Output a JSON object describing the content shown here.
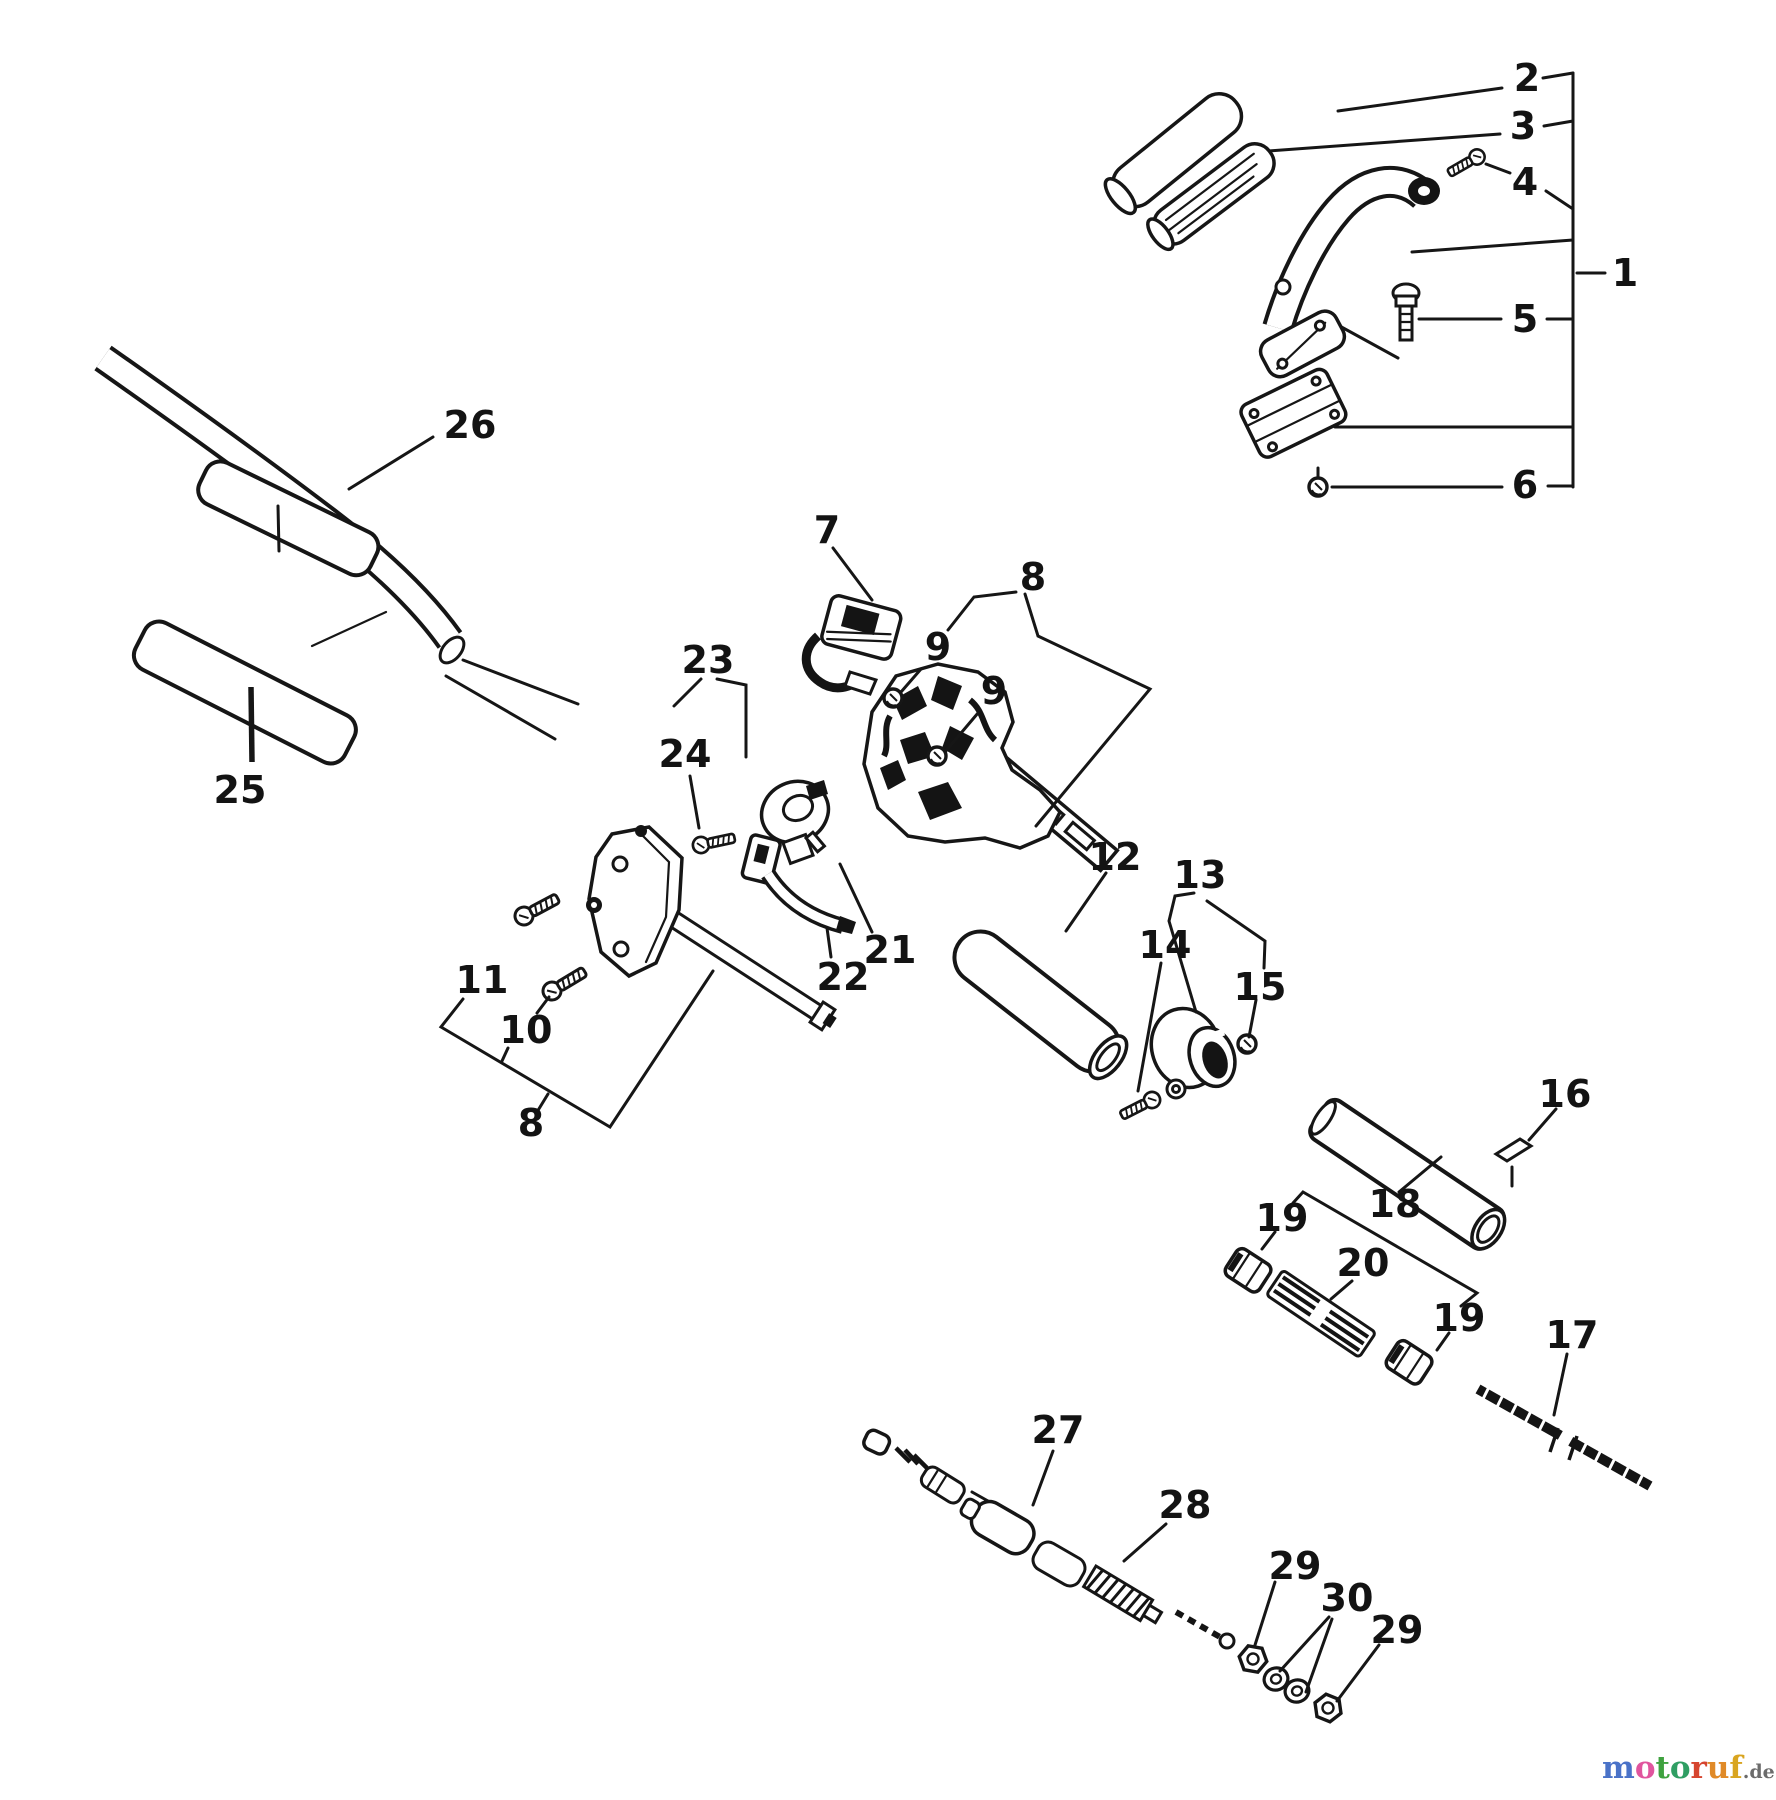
{
  "diagram": {
    "kind": "exploded-parts-diagram",
    "background_color": "#ffffff",
    "line_color": "#161616"
  },
  "callouts": {
    "n1": "1",
    "n2": "2",
    "n3": "3",
    "n4": "4",
    "n5": "5",
    "n6": "6",
    "n7": "7",
    "n8a": "8",
    "n8b": "8",
    "n9a": "9",
    "n9b": "9",
    "n10": "10",
    "n11": "11",
    "n12": "12",
    "n13": "13",
    "n14": "14",
    "n15": "15",
    "n16": "16",
    "n17": "17",
    "n18": "18",
    "n19a": "19",
    "n19b": "19",
    "n20": "20",
    "n21": "21",
    "n22": "22",
    "n23": "23",
    "n24": "24",
    "n25": "25",
    "n26": "26",
    "n27": "27",
    "n28": "28",
    "n29a": "29",
    "n29b": "29",
    "n30": "30"
  },
  "watermark": {
    "letters": [
      {
        "ch": "m",
        "style": "color:#4a72c8"
      },
      {
        "ch": "o",
        "style": "color:#e0559e"
      },
      {
        "ch": "t",
        "style": "color:#3fa23f"
      },
      {
        "ch": "o",
        "style": "color:#2f9e63"
      },
      {
        "ch": "r",
        "style": "color:#d6452f"
      },
      {
        "ch": "u",
        "style": "color:#e08a28"
      },
      {
        "ch": "f",
        "style": "color:#d9a520"
      }
    ],
    "suffix": ".de",
    "suffix_color": "#6b6b6b"
  }
}
